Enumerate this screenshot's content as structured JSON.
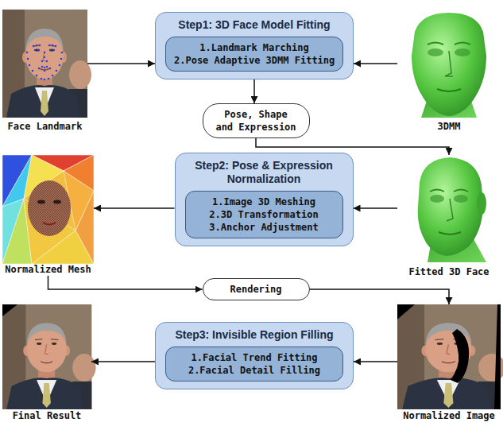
{
  "diagram": {
    "nodes": [
      {
        "text": [
          "Face Landmark"
        ]
      },
      {
        "text": [
          "Step1: 3D Face Model Fitting"
        ]
      },
      {
        "text": [
          "1.Landmark Marching",
          "2.Pose Adaptive 3DMM Fitting"
        ],
        "in": 1
      },
      {
        "text": [
          "3DMM"
        ]
      },
      {
        "text": [
          "Pose, Shape and Expression"
        ]
      },
      {
        "text": [
          "Normalized Mesh"
        ]
      },
      {
        "text": [
          "Step2: Pose & Expression Normalization"
        ]
      },
      {
        "text": [
          "1.Image 3D Meshing",
          "2.3D Transformation",
          "3.Anchor Adjustment"
        ],
        "in": 6
      },
      {
        "text": [
          "Fitted 3D Face"
        ]
      },
      {
        "text": [
          "Rendering"
        ]
      },
      {
        "text": [
          "Final Result"
        ]
      },
      {
        "text": [
          "Step3: Invisible Region Filling"
        ]
      },
      {
        "text": [
          "1.Facial Trend Fitting",
          "2.Facial Detail Filling"
        ],
        "in": 11
      },
      {
        "text": [
          "Normalized Image"
        ]
      }
    ],
    "edges": [
      {
        "from": 0,
        "to": 1,
        "arrow": "to"
      },
      {
        "from": 3,
        "to": 1,
        "arrow": "to"
      },
      {
        "from": 1,
        "to": 4,
        "arrow": "to"
      },
      {
        "from": 4,
        "to": 8,
        "arrow": "to"
      },
      {
        "from": 8,
        "to": 6,
        "arrow": "to"
      },
      {
        "from": 6,
        "to": 5,
        "arrow": "to"
      },
      {
        "from": 5,
        "to": 9,
        "arrow": "to"
      },
      {
        "from": 9,
        "to": 13,
        "arrow": "to"
      },
      {
        "from": 13,
        "to": 11,
        "arrow": "to"
      },
      {
        "from": 11,
        "to": 10,
        "arrow": "to"
      }
    ]
  }
}
